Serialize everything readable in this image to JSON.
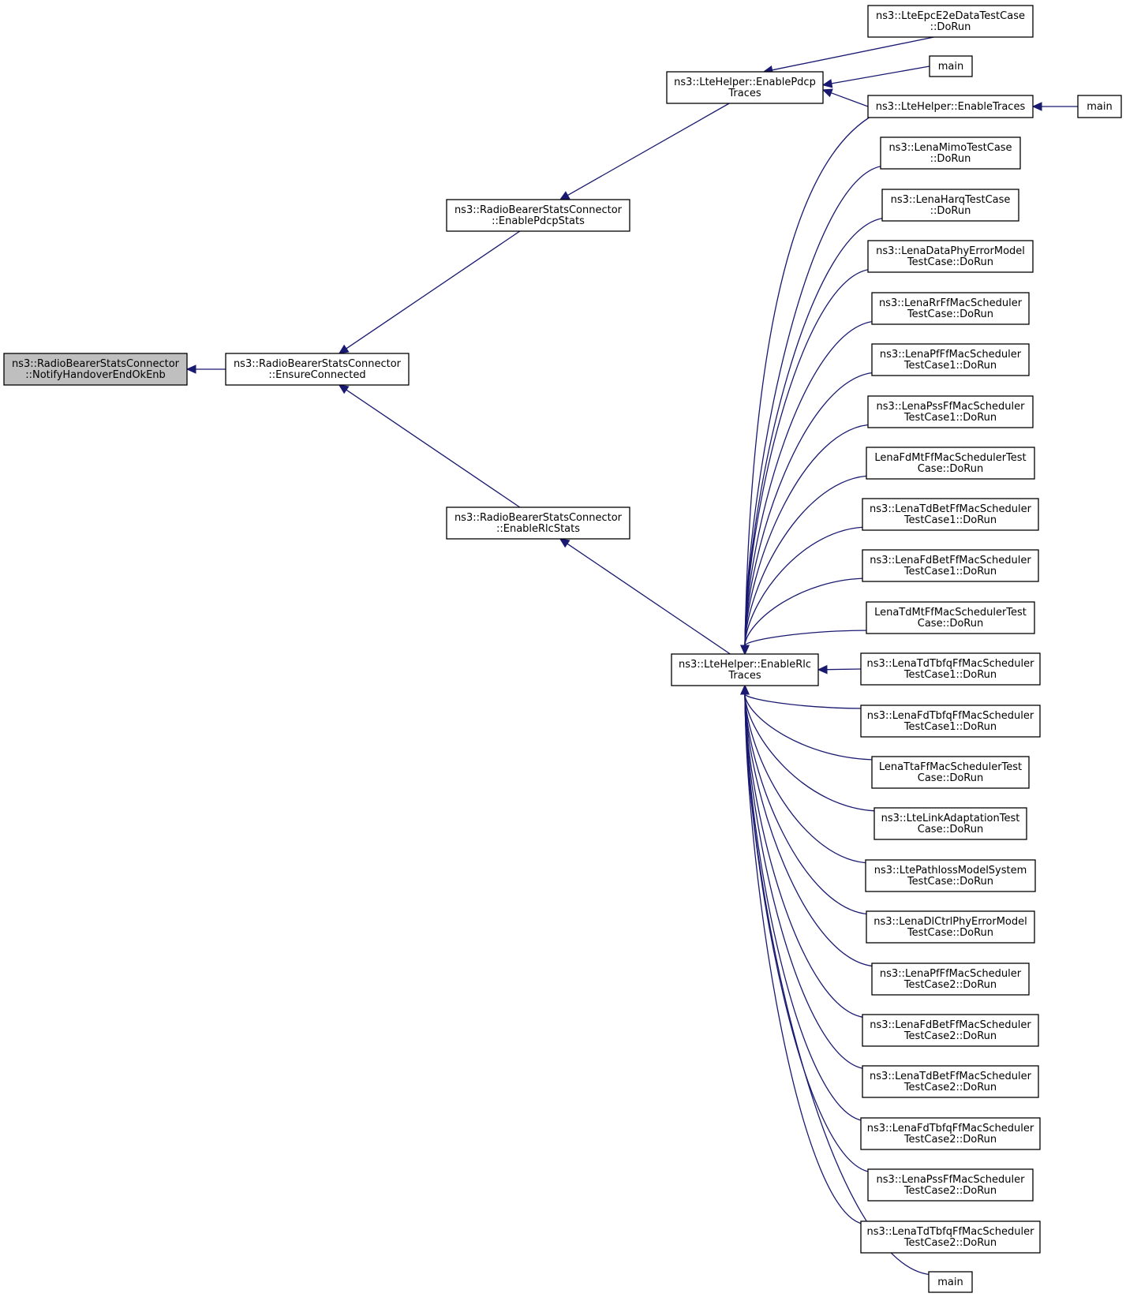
{
  "colors": {
    "edge": "#191970",
    "node_border": "#000000",
    "node_fill": "#ffffff",
    "highlight_fill": "#bfbfbf"
  },
  "nodes": [
    {
      "id": "notify",
      "lines": [
        "ns3::RadioBearerStatsConnector",
        "::NotifyHandoverEndOkEnb"
      ],
      "highlighted": true
    },
    {
      "id": "ensure",
      "lines": [
        "ns3::RadioBearerStatsConnector",
        "::EnsureConnected"
      ]
    },
    {
      "id": "pdcpstats",
      "lines": [
        "ns3::RadioBearerStatsConnector",
        "::EnablePdcpStats"
      ]
    },
    {
      "id": "rlcstats",
      "lines": [
        "ns3::RadioBearerStatsConnector",
        "::EnableRlcStats"
      ]
    },
    {
      "id": "pdcptraces",
      "lines": [
        "ns3::LteHelper::EnablePdcp",
        "Traces"
      ]
    },
    {
      "id": "rlctraces",
      "lines": [
        "ns3::LteHelper::EnableRlc",
        "Traces"
      ]
    },
    {
      "id": "epce2e",
      "lines": [
        "ns3::LteEpcE2eDataTestCase",
        "::DoRun"
      ]
    },
    {
      "id": "main1",
      "lines": [
        "main"
      ]
    },
    {
      "id": "enabletraces",
      "lines": [
        "ns3::LteHelper::EnableTraces"
      ]
    },
    {
      "id": "main2",
      "lines": [
        "main"
      ]
    },
    {
      "id": "mimo",
      "lines": [
        "ns3::LenaMimoTestCase",
        "::DoRun"
      ]
    },
    {
      "id": "harq",
      "lines": [
        "ns3::LenaHarqTestCase",
        "::DoRun"
      ]
    },
    {
      "id": "dataphy",
      "lines": [
        "ns3::LenaDataPhyErrorModel",
        "TestCase::DoRun"
      ]
    },
    {
      "id": "rr",
      "lines": [
        "ns3::LenaRrFfMacScheduler",
        "TestCase::DoRun"
      ]
    },
    {
      "id": "pf1",
      "lines": [
        "ns3::LenaPfFfMacScheduler",
        "TestCase1::DoRun"
      ]
    },
    {
      "id": "pss1",
      "lines": [
        "ns3::LenaPssFfMacScheduler",
        "TestCase1::DoRun"
      ]
    },
    {
      "id": "fdmt",
      "lines": [
        "LenaFdMtFfMacSchedulerTest",
        "Case::DoRun"
      ]
    },
    {
      "id": "tdbet1",
      "lines": [
        "ns3::LenaTdBetFfMacScheduler",
        "TestCase1::DoRun"
      ]
    },
    {
      "id": "fdbet1",
      "lines": [
        "ns3::LenaFdBetFfMacScheduler",
        "TestCase1::DoRun"
      ]
    },
    {
      "id": "tdmt",
      "lines": [
        "LenaTdMtFfMacSchedulerTest",
        "Case::DoRun"
      ]
    },
    {
      "id": "tdtbfq1",
      "lines": [
        "ns3::LenaTdTbfqFfMacScheduler",
        "TestCase1::DoRun"
      ]
    },
    {
      "id": "fdtbfq1",
      "lines": [
        "ns3::LenaFdTbfqFfMacScheduler",
        "TestCase1::DoRun"
      ]
    },
    {
      "id": "tta",
      "lines": [
        "LenaTtaFfMacSchedulerTest",
        "Case::DoRun"
      ]
    },
    {
      "id": "linkadapt",
      "lines": [
        "ns3::LteLinkAdaptationTest",
        "Case::DoRun"
      ]
    },
    {
      "id": "pathloss",
      "lines": [
        "ns3::LtePathlossModelSystem",
        "TestCase::DoRun"
      ]
    },
    {
      "id": "dlctrl",
      "lines": [
        "ns3::LenaDlCtrlPhyErrorModel",
        "TestCase::DoRun"
      ]
    },
    {
      "id": "pf2",
      "lines": [
        "ns3::LenaPfFfMacScheduler",
        "TestCase2::DoRun"
      ]
    },
    {
      "id": "fdbet2",
      "lines": [
        "ns3::LenaFdBetFfMacScheduler",
        "TestCase2::DoRun"
      ]
    },
    {
      "id": "tdbet2",
      "lines": [
        "ns3::LenaTdBetFfMacScheduler",
        "TestCase2::DoRun"
      ]
    },
    {
      "id": "fdtbfq2",
      "lines": [
        "ns3::LenaFdTbfqFfMacScheduler",
        "TestCase2::DoRun"
      ]
    },
    {
      "id": "pss2",
      "lines": [
        "ns3::LenaPssFfMacScheduler",
        "TestCase2::DoRun"
      ]
    },
    {
      "id": "tdtbfq2",
      "lines": [
        "ns3::LenaTdTbfqFfMacScheduler",
        "TestCase2::DoRun"
      ]
    },
    {
      "id": "main3",
      "lines": [
        "main"
      ]
    }
  ],
  "edges": [
    [
      "ensure",
      "notify"
    ],
    [
      "pdcpstats",
      "ensure"
    ],
    [
      "rlcstats",
      "ensure"
    ],
    [
      "pdcptraces",
      "pdcpstats"
    ],
    [
      "rlctraces",
      "rlcstats"
    ],
    [
      "epce2e",
      "pdcptraces"
    ],
    [
      "main1",
      "pdcptraces"
    ],
    [
      "enabletraces",
      "pdcptraces"
    ],
    [
      "main2",
      "enabletraces"
    ],
    [
      "enabletraces",
      "rlctraces"
    ],
    [
      "mimo",
      "rlctraces"
    ],
    [
      "harq",
      "rlctraces"
    ],
    [
      "dataphy",
      "rlctraces"
    ],
    [
      "rr",
      "rlctraces"
    ],
    [
      "pf1",
      "rlctraces"
    ],
    [
      "pss1",
      "rlctraces"
    ],
    [
      "fdmt",
      "rlctraces"
    ],
    [
      "tdbet1",
      "rlctraces"
    ],
    [
      "fdbet1",
      "rlctraces"
    ],
    [
      "tdmt",
      "rlctraces"
    ],
    [
      "tdtbfq1",
      "rlctraces"
    ],
    [
      "fdtbfq1",
      "rlctraces"
    ],
    [
      "tta",
      "rlctraces"
    ],
    [
      "linkadapt",
      "rlctraces"
    ],
    [
      "pathloss",
      "rlctraces"
    ],
    [
      "dlctrl",
      "rlctraces"
    ],
    [
      "pf2",
      "rlctraces"
    ],
    [
      "fdbet2",
      "rlctraces"
    ],
    [
      "tdbet2",
      "rlctraces"
    ],
    [
      "fdtbfq2",
      "rlctraces"
    ],
    [
      "pss2",
      "rlctraces"
    ],
    [
      "tdtbfq2",
      "rlctraces"
    ],
    [
      "main3",
      "rlctraces"
    ]
  ]
}
